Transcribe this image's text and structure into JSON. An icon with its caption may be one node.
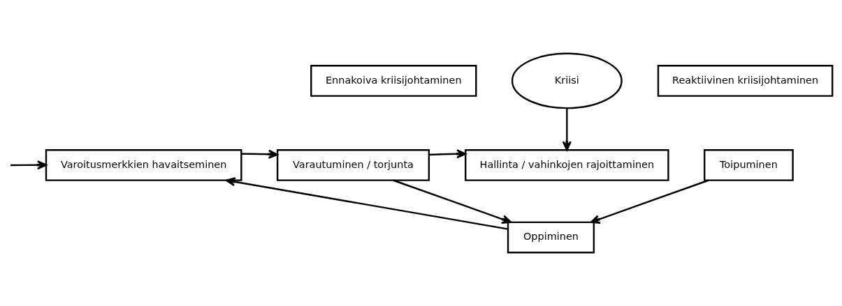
{
  "diagram": {
    "nodes": [
      {
        "text": [
          "Ennakoiva kriisijohtaminen"
        ]
      },
      {
        "text": [
          "Kriisi"
        ]
      },
      {
        "text": [
          "Reaktiivinen kriisijohtaminen"
        ]
      },
      {
        "text": [
          "Varoitusmerkkien havaitseminen"
        ]
      },
      {
        "text": [
          "Varautuminen / torjunta"
        ]
      },
      {
        "text": [
          "Hallinta / vahinkojen rajoittaminen"
        ]
      },
      {
        "text": [
          "Toipuminen"
        ]
      },
      {
        "text": [
          "Oppiminen"
        ]
      }
    ],
    "edges": [
      {
        "from": null,
        "to": 3,
        "arrow": "to"
      },
      {
        "from": 3,
        "to": 4,
        "arrow": "to"
      },
      {
        "from": 4,
        "to": 5,
        "arrow": "to"
      },
      {
        "from": 1,
        "to": 5,
        "arrow": "to"
      },
      {
        "from": 4,
        "to": 7,
        "arrow": "to"
      },
      {
        "from": 6,
        "to": 7,
        "arrow": "to"
      },
      {
        "from": 7,
        "to": 3,
        "arrow": "to"
      }
    ]
  }
}
